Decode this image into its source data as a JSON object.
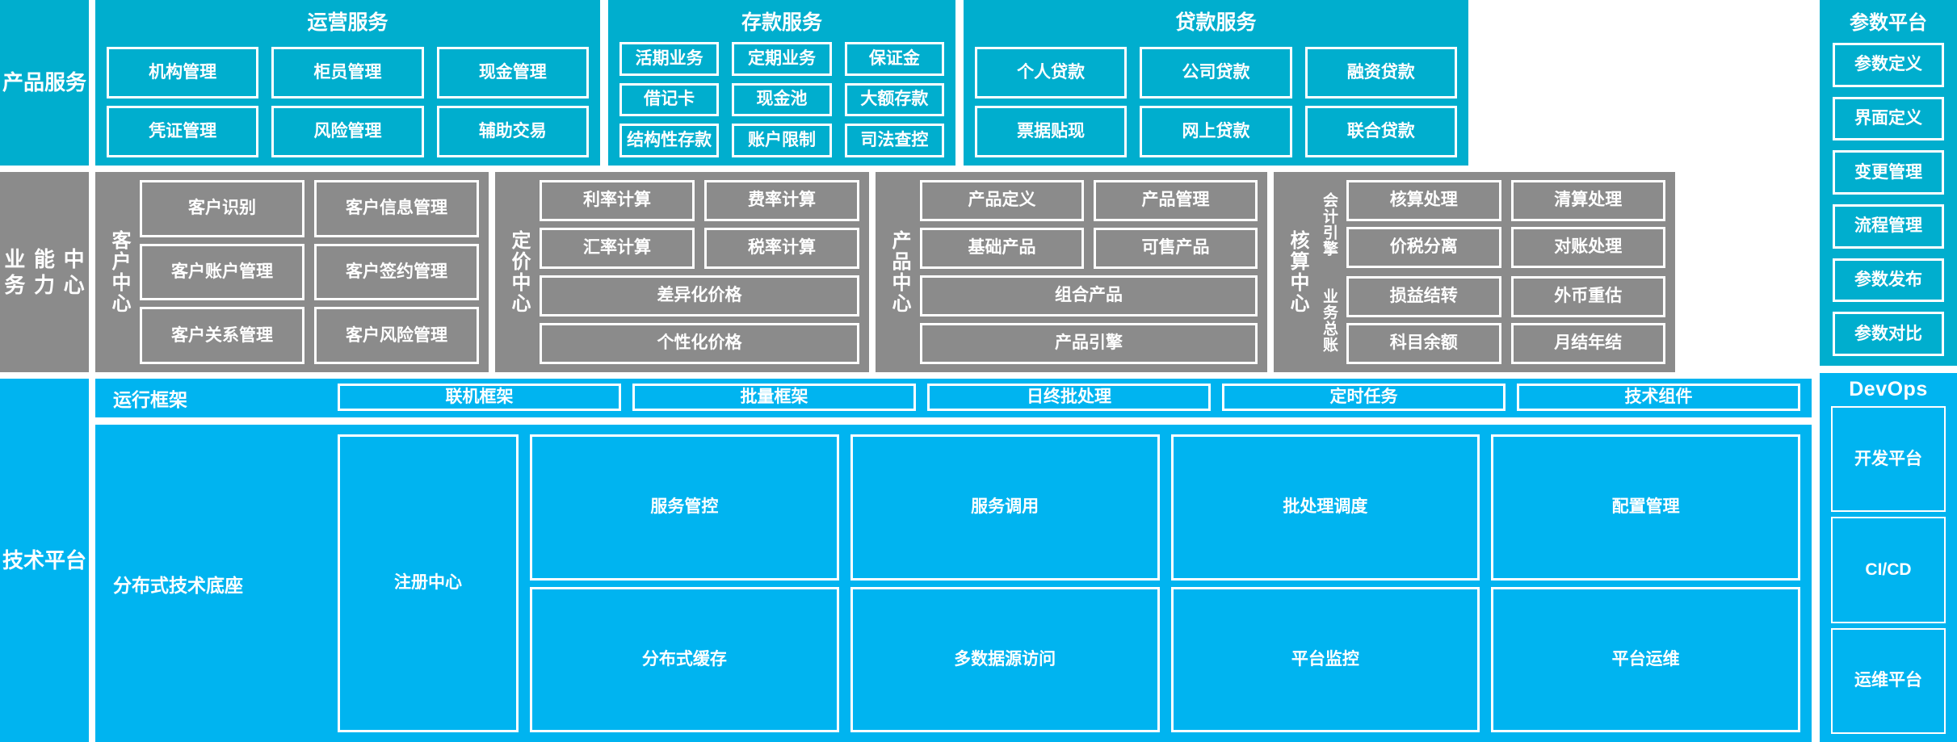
{
  "layers": {
    "product_service": "产品\n服务",
    "product_service_lines": [
      "产品",
      "服务"
    ],
    "business_capability_lines": [
      "业务",
      "能力",
      "中心"
    ],
    "tech_platform_lines": [
      "技术",
      "平台"
    ]
  },
  "colors": {
    "cyan": "#00AECE",
    "gray": "#8B8B8B",
    "bright_blue": "#00B4F0",
    "border": "#FFFFFF",
    "text": "#FFFFFF"
  },
  "product_service": {
    "rail_label": "产品服务",
    "panels": [
      {
        "title": "运营服务",
        "items": [
          "机构管理",
          "柜员管理",
          "现金管理",
          "凭证管理",
          "风险管理",
          "辅助交易"
        ]
      },
      {
        "title": "存款服务",
        "items": [
          "活期业务",
          "定期业务",
          "保证金",
          "借记卡",
          "现金池",
          "大额存款",
          "结构性存款",
          "账户限制",
          "司法查控"
        ]
      },
      {
        "title": "贷款服务",
        "items": [
          "个人贷款",
          "公司贷款",
          "融资贷款",
          "票据贴现",
          "网上贷款",
          "联合贷款"
        ]
      }
    ]
  },
  "business_capability": {
    "rail_label": "业务能力中心",
    "centers": [
      {
        "name": "客户中心",
        "items": [
          "客户识别",
          "客户信息管理",
          "客户账户管理",
          "客户签约管理",
          "客户关系管理",
          "客户风险管理"
        ],
        "wide_items": []
      },
      {
        "name": "定价中心",
        "items": [
          "利率计算",
          "费率计算",
          "汇率计算",
          "税率计算"
        ],
        "wide_items": [
          "差异化价格",
          "个性化价格"
        ]
      },
      {
        "name": "产品中心",
        "items": [
          "产品定义",
          "产品管理",
          "基础产品",
          "可售产品"
        ],
        "wide_items": [
          "组合产品",
          "产品引擎"
        ]
      },
      {
        "name": "核算中心",
        "groups": [
          {
            "label": "会计引擎",
            "items": [
              "核算处理",
              "清算处理",
              "价税分离",
              "对账处理"
            ]
          },
          {
            "label": "业务总账",
            "items": [
              "损益结转",
              "外币重估",
              "科目余额",
              "月结年结"
            ]
          }
        ]
      }
    ]
  },
  "tech_platform": {
    "rail_label": "技术平台",
    "bands": [
      {
        "label": "运行框架",
        "items": [
          "联机框架",
          "批量框架",
          "日终批处理",
          "定时任务",
          "技术组件"
        ]
      },
      {
        "label": "分布式技术底座",
        "lead_item": "注册中心",
        "items": [
          "服务管控",
          "服务调用",
          "批处理调度",
          "配置管理",
          "分布式缓存",
          "多数据源访问",
          "平台监控",
          "平台运维"
        ]
      }
    ]
  },
  "parameter_platform": {
    "title": "参数平台",
    "items": [
      "参数定义",
      "界面定义",
      "变更管理",
      "流程管理",
      "参数发布",
      "参数对比"
    ]
  },
  "devops": {
    "title": "DevOps",
    "items": [
      "开发平台",
      "CI/CD",
      "运维平台"
    ]
  }
}
